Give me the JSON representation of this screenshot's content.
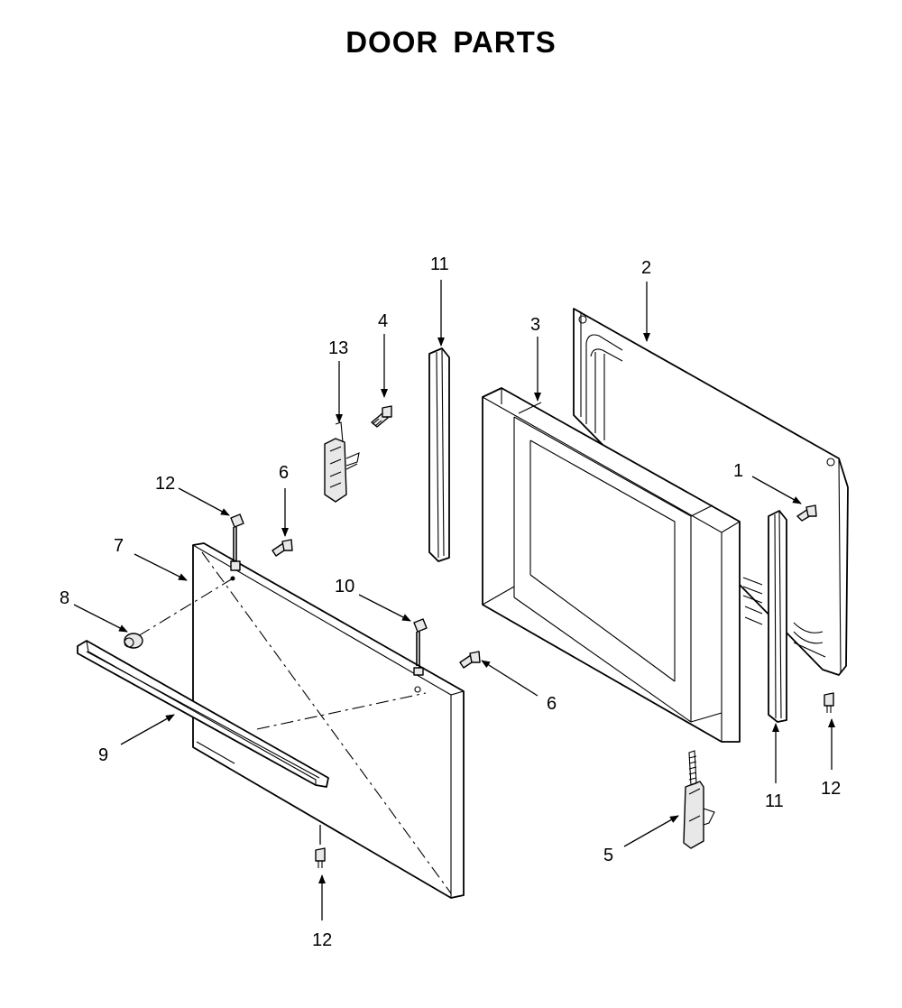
{
  "title": "DOOR PARTS",
  "callouts": [
    {
      "id": "c1",
      "label": "1"
    },
    {
      "id": "c2",
      "label": "2"
    },
    {
      "id": "c3",
      "label": "3"
    },
    {
      "id": "c4",
      "label": "4"
    },
    {
      "id": "c5",
      "label": "5"
    },
    {
      "id": "c6a",
      "label": "6"
    },
    {
      "id": "c6b",
      "label": "6"
    },
    {
      "id": "c7",
      "label": "7"
    },
    {
      "id": "c8",
      "label": "8"
    },
    {
      "id": "c9",
      "label": "9"
    },
    {
      "id": "c10",
      "label": "10"
    },
    {
      "id": "c11a",
      "label": "11"
    },
    {
      "id": "c11b",
      "label": "11"
    },
    {
      "id": "c12a",
      "label": "12"
    },
    {
      "id": "c12b",
      "label": "12"
    },
    {
      "id": "c12c",
      "label": "12"
    },
    {
      "id": "c13",
      "label": "13"
    }
  ]
}
